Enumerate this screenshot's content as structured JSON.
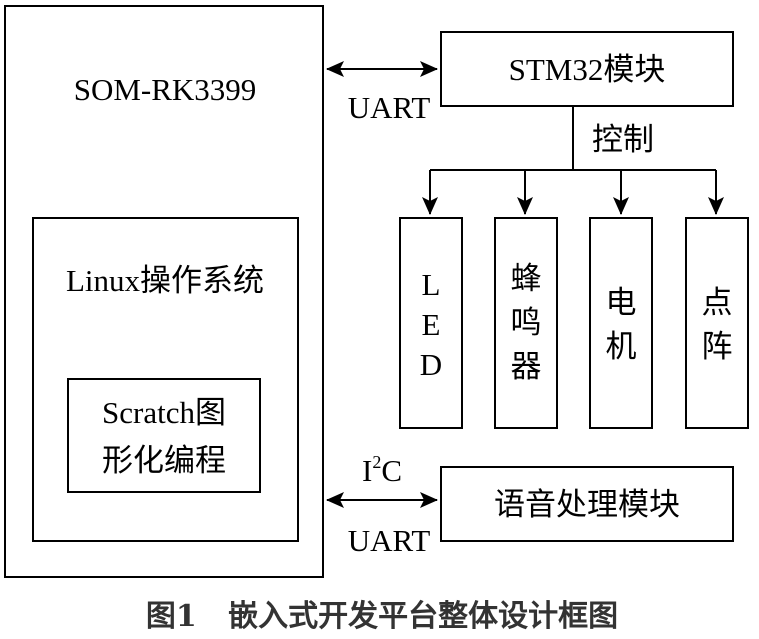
{
  "som": {
    "label": "SOM-RK3399"
  },
  "os": {
    "label": "Linux操作系统"
  },
  "scratch": {
    "line1": "Scratch图",
    "line2": "形化编程"
  },
  "stm32": {
    "label": "STM32模块"
  },
  "uart_top": "UART",
  "control": "控制",
  "peripherals": [
    {
      "chars": [
        "L",
        "E",
        "D"
      ]
    },
    {
      "chars": [
        "蜂",
        "鸣",
        "器"
      ]
    },
    {
      "chars": [
        "电",
        "机"
      ]
    },
    {
      "chars": [
        "点",
        "阵"
      ]
    }
  ],
  "i2c": {
    "base": "I",
    "sup": "2",
    "tail": "C"
  },
  "uart_bottom": "UART",
  "voice": {
    "label": "语音处理模块"
  },
  "caption": "图1   嵌入式开发平台整体设计框图"
}
